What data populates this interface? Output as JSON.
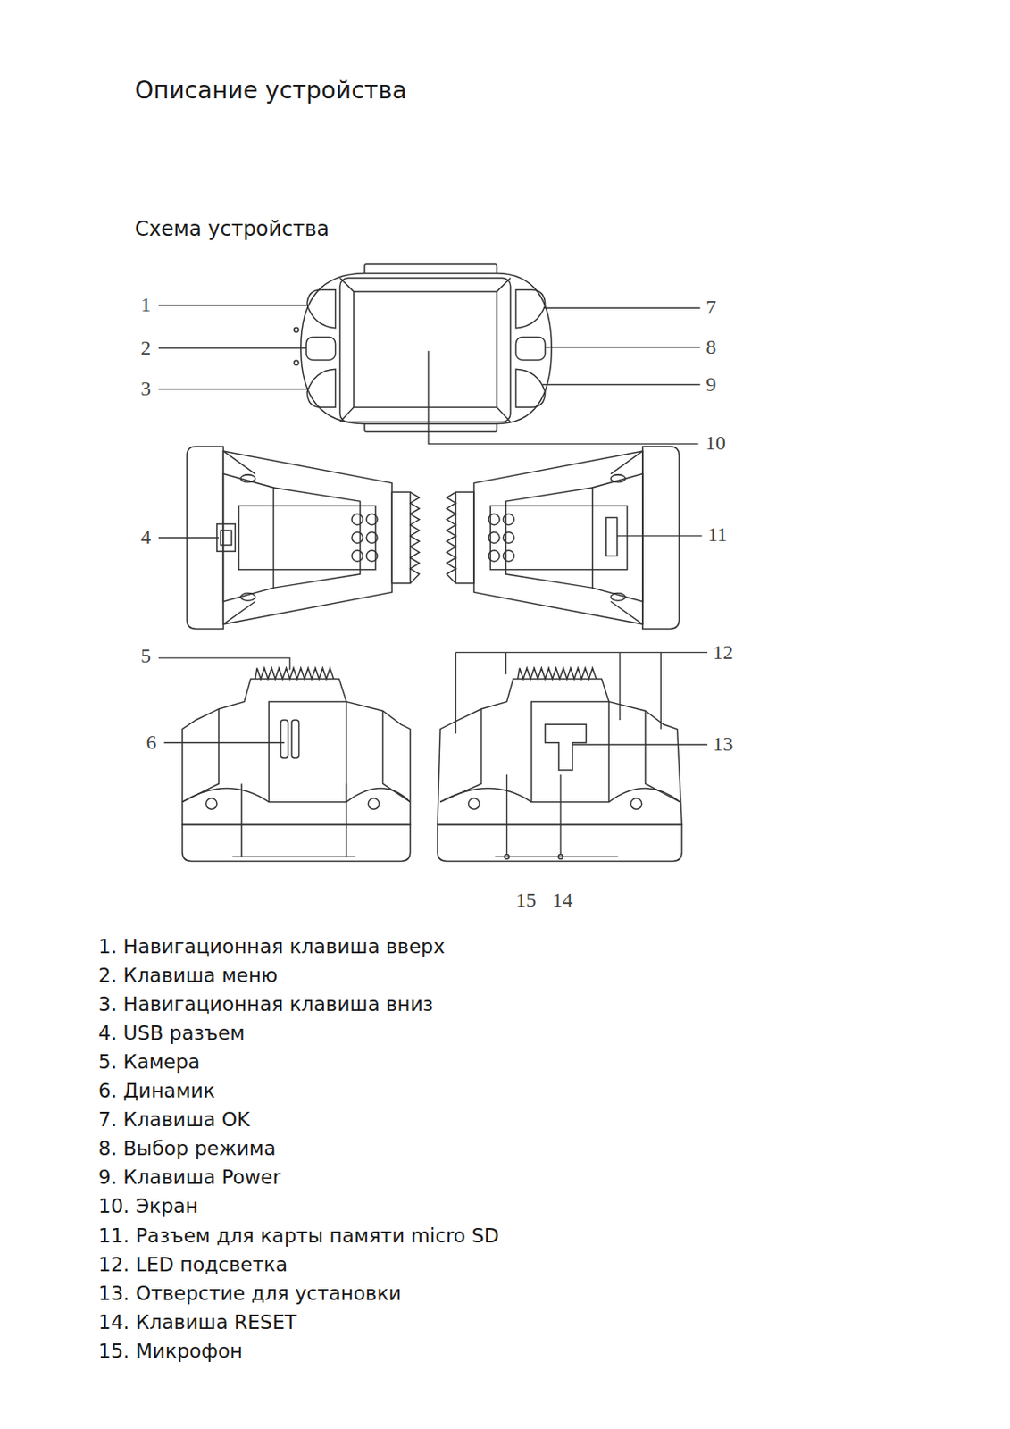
{
  "diagram": {
    "title": "Описание  устройства",
    "labels": [
      "Схема устройства",
      "1",
      "2",
      "3",
      "7",
      "8",
      "9",
      "10",
      "4",
      "11",
      "5",
      "12",
      "6",
      "13",
      "15",
      "14",
      "1. Навигационная клавиша вверх",
      "2. Клавиша меню",
      "3. Навигационная клавиша вниз",
      "4. USB  разъем",
      "5. Камера",
      "6. Динамик",
      "7. Клавиша OK",
      "8. Выбор режима",
      "9. Клавиша Power",
      "10. Экран",
      "11. Разъем для карты памяти micro SD",
      "12. LED подсветка",
      "13. Отверстие для установки",
      "14. Клавиша RESET",
      "15. Микрофон"
    ]
  }
}
